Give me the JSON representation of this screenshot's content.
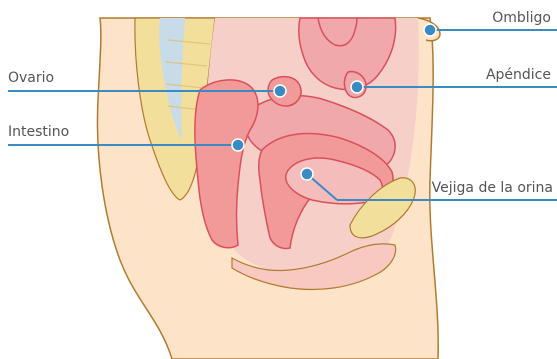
{
  "labels": {
    "ovary": "Ovario",
    "intestine": "Intestino",
    "navel": "Ombligo",
    "appendix": "Apéndice",
    "bladder": "Vejiga de la orina"
  },
  "colors": {
    "leader_line": "#3a8ac4",
    "skin": "#fde3c8",
    "outline": "#b27a30",
    "uterus": "#f29a9a",
    "organ_light": "#f5bcbc",
    "organ_red": "#d9505a",
    "spine_yellow": "#f3df9c",
    "spine_blue": "#c7dbe9"
  }
}
